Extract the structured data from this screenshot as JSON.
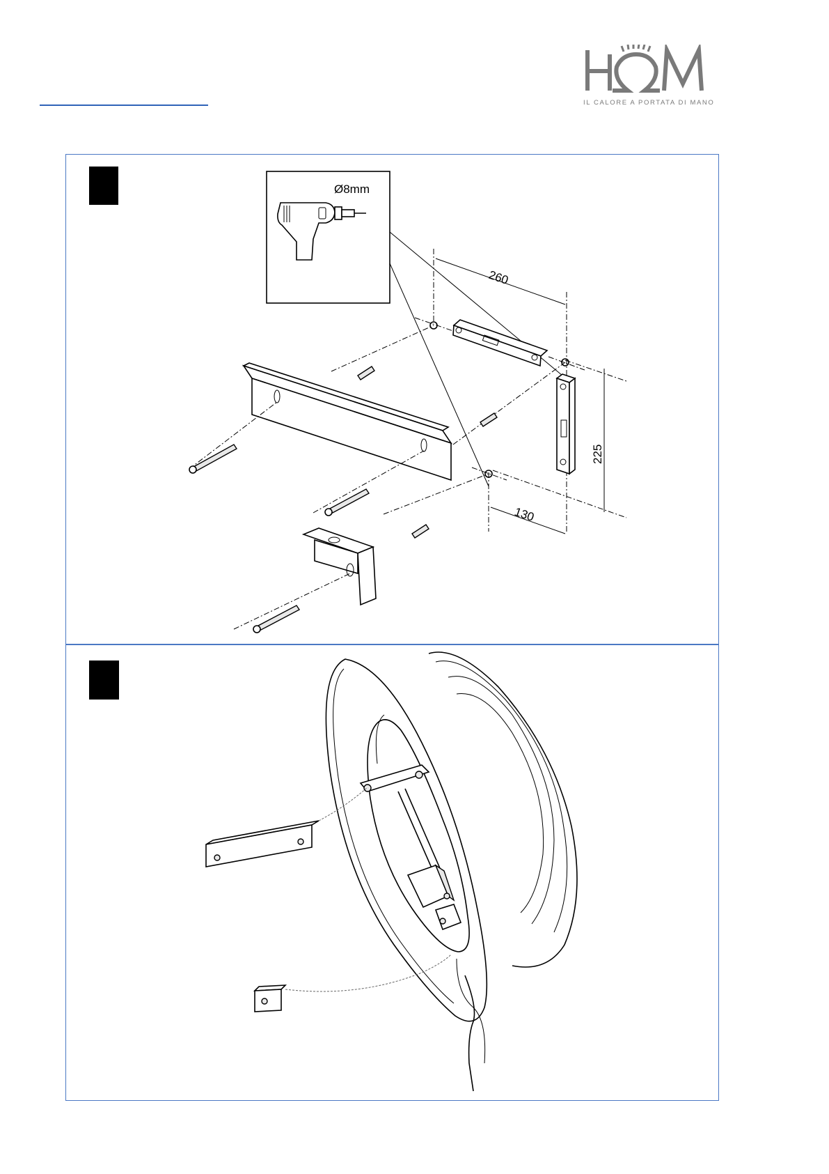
{
  "document": {
    "brand": {
      "logo_text": "HOM",
      "tagline": "IL CALORE A PORTATA DI MANO",
      "colors": {
        "logo": "#7a7a7a",
        "rule": "#2f63b8",
        "frame": "#4a78c4"
      }
    },
    "steps": [
      {
        "marker_icon": "step-marker-1",
        "drill_label": "Ø8mm",
        "dimensions": {
          "width_top": "260",
          "height": "225",
          "width_bottom": "130"
        }
      },
      {
        "marker_icon": "step-marker-2"
      }
    ]
  }
}
